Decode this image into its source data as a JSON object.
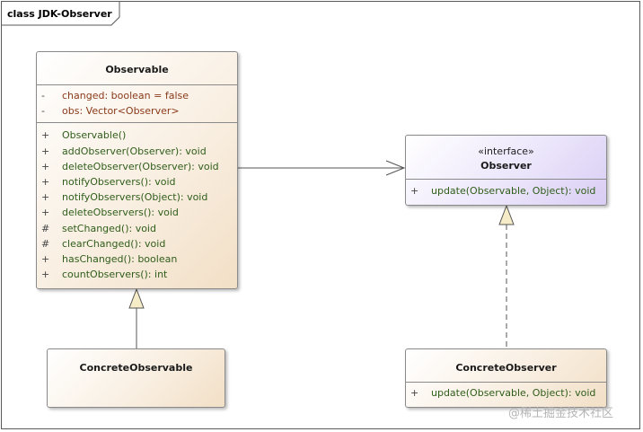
{
  "diagram": {
    "frame_title": "class JDK-Observer",
    "classes": {
      "observable": {
        "name": "Observable",
        "attributes": [
          {
            "vis": "-",
            "text": "changed: boolean = false"
          },
          {
            "vis": "-",
            "text": "obs: Vector<Observer>"
          }
        ],
        "operations": [
          {
            "vis": "+",
            "text": "Observable()"
          },
          {
            "vis": "+",
            "text": "addObserver(Observer): void"
          },
          {
            "vis": "+",
            "text": "deleteObserver(Observer): void"
          },
          {
            "vis": "+",
            "text": "notifyObservers(): void"
          },
          {
            "vis": "+",
            "text": "notifyObservers(Object): void"
          },
          {
            "vis": "+",
            "text": "deleteObservers(): void"
          },
          {
            "vis": "#",
            "text": "setChanged(): void"
          },
          {
            "vis": "#",
            "text": "clearChanged(): void"
          },
          {
            "vis": "+",
            "text": "hasChanged(): boolean"
          },
          {
            "vis": "+",
            "text": "countObservers(): int"
          }
        ]
      },
      "observer": {
        "stereotype": "«interface»",
        "name": "Observer",
        "operations": [
          {
            "vis": "+",
            "text": "update(Observable, Object): void"
          }
        ]
      },
      "concrete_observable": {
        "name": "ConcreteObservable"
      },
      "concrete_observer": {
        "name": "ConcreteObserver",
        "operations": [
          {
            "vis": "+",
            "text": "update(Observable, Object): void"
          }
        ]
      }
    },
    "colors": {
      "class_fill": "#f2dfc6",
      "interface_fill": "#d9cdf4",
      "attribute_text": "#8a3a1a",
      "operation_text": "#2f5d1a",
      "line": "#555555"
    }
  },
  "watermark": "@稀土掘金技术社区"
}
